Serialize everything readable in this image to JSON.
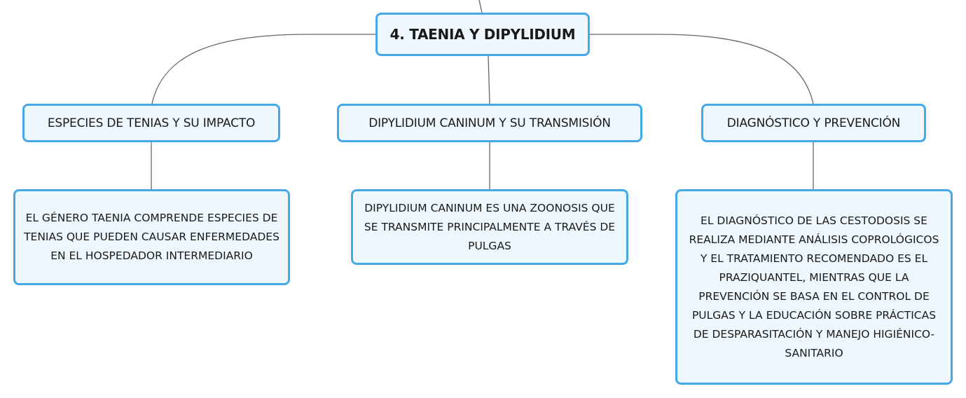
{
  "diagram": {
    "root": {
      "label": "4. TAENIA Y DIPYLIDIUM"
    },
    "branches": [
      {
        "label": "ESPECIES DE TENIAS Y SU IMPACTO",
        "detail": "EL GÉNERO TAENIA COMPRENDE ESPECIES DE TENIAS QUE PUEDEN CAUSAR ENFERMEDADES EN EL HOSPEDADOR INTERMEDIARIO"
      },
      {
        "label": "DIPYLIDIUM CANINUM Y SU TRANSMISIÓN",
        "detail": "DIPYLIDIUM CANINUM ES UNA ZOONOSIS QUE SE TRANSMITE PRINCIPALMENTE A TRAVÉS DE PULGAS"
      },
      {
        "label": "DIAGNÓSTICO Y PREVENCIÓN",
        "detail": "EL DIAGNÓSTICO DE LAS CESTODOSIS SE REALIZA MEDIANTE ANÁLISIS COPROLÓGICOS Y EL TRATAMIENTO RECOMENDADO ES EL PRAZIQUANTEL, MIENTRAS QUE LA PREVENCIÓN SE BASA EN EL CONTROL DE PULGAS Y LA EDUCACIÓN SOBRE PRÁCTICAS DE DESPARASITACIÓN Y MANEJO HIGIÉNICO-SANITARIO"
      }
    ]
  },
  "colors": {
    "node_border": "#45a8e8",
    "node_fill": "#eef7fd",
    "connector": "#666666",
    "text": "#1a1a1a"
  }
}
